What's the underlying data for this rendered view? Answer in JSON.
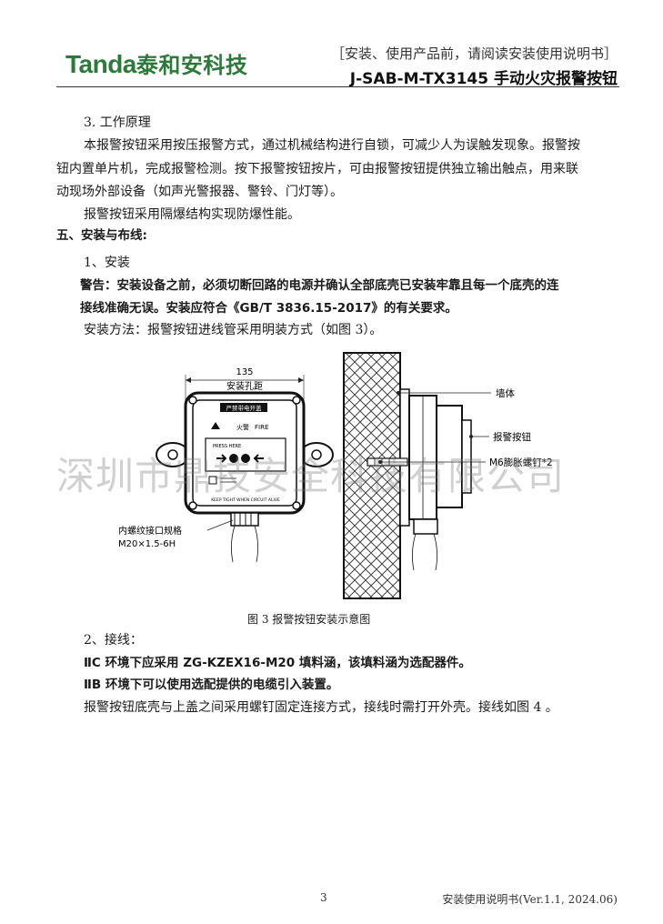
{
  "header": {
    "logo_latin": "Tanda",
    "logo_cn": "泰和安科技",
    "note": "［安装、使用产品前，请阅读安装使用说明书］",
    "title": "J-SAB-M-TX3145 手动火灾报警按钮"
  },
  "body": {
    "sec3_title": "3. 工作原理",
    "sec3_p1_l1": "本报警按钮采用按压报警方式，通过机械结构进行自锁，可减少人为误触发现象。报警按",
    "sec3_p1_l2": "钮内置单片机，完成报警检测。按下报警按钮按片，可由报警按钮提供独立输出触点，用来联",
    "sec3_p1_l3": "动现场外部设备（如声光警报器、警铃、门灯等）。",
    "sec3_p2": "报警按钮采用隔爆结构实现防爆性能。",
    "sec5_title": "五、安装与布线:",
    "install_title": "1、安装",
    "warning_l1": "警告：安装设备之前，必须切断回路的电源并确认全部底壳已安装牢靠且每一个底壳的连",
    "warning_l2": "接线准确无误。安装应符合《GB/T 3836.15-2017》的有关要求。",
    "method": "安装方法：报警按钮进线管采用明装方式（如图 3）。",
    "wiring_title": "2、接线：",
    "iic_line": "ⅡC 环境下应采用 ZG-KZEX16-M20 填料涵，该填料涵为选配器件。",
    "iib_line": "ⅡB 环境下可以使用选配提供的电缆引入装置。",
    "wiring_p": "报警按钮底壳与上盖之间采用螺钉固定连接方式，接线时需打开外壳。接线如图 4 。"
  },
  "figure": {
    "dim_value": "135",
    "dim_label": "安装孔距",
    "panel_top": "严禁带电开盖",
    "panel_fire_cn": "火警",
    "panel_fire_en": "FIRE",
    "panel_press": "PRESS HERE",
    "panel_bottom": "KEEP TIGHT WHEN CIRCUIT ALIVE",
    "thread_label_1": "内螺纹接口规格",
    "thread_label_2": "M20×1.5-6H",
    "callout_wall": "墙体",
    "callout_button": "报警按钮",
    "callout_screw": "M6膨胀螺钉*2",
    "caption": "图 3  报警按钮安装示意图"
  },
  "watermark": "深圳市鼎技安全科技有限公司",
  "footer": {
    "page_number": "3",
    "manual_version": "安装使用说明书(Ver.1.1, 2024.06)"
  },
  "colors": {
    "logo_green": "#2c7a3a",
    "text": "#1a1a1a",
    "watermark": "#787878"
  }
}
